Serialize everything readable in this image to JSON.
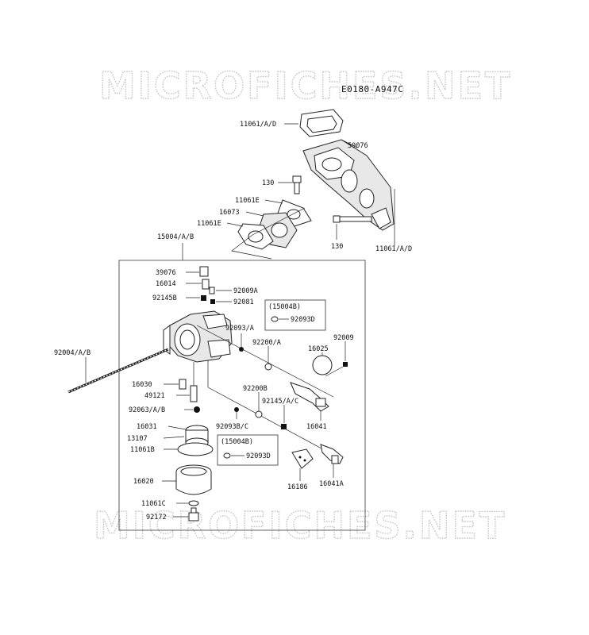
{
  "watermark_top": "MICROFICHES.NET",
  "watermark_bottom": "MICROFICHES.NET",
  "diagram_code": "E0180-A947C",
  "boxes": {
    "kit_a_title": "(15004B)",
    "kit_b_title": "(15004B)"
  },
  "labels": {
    "p11061_ad_top": "11061/A/D",
    "p59076": "59076",
    "p130_a": "130",
    "p11061e_a": "11061E",
    "p16073": "16073",
    "p11061e_b": "11061E",
    "p130_b": "130",
    "p11061_ad_right": "11061/A/D",
    "p15004_ab": "15004/A/B",
    "p39076": "39076",
    "p16014": "16014",
    "p92009a": "92009A",
    "p92145b": "92145B",
    "p92081": "92081",
    "p92093d_a": "92093D",
    "p92093_a": "92093/A",
    "p92200_a": "92200/A",
    "p16025": "16025",
    "p92009": "92009",
    "p92004_ab": "92004/A/B",
    "p16030": "16030",
    "p49121": "49121",
    "p92063_ab": "92063/A/B",
    "p92200b": "92200B",
    "p92145_ac": "92145/A/C",
    "p16041": "16041",
    "p16031": "16031",
    "p13107": "13107",
    "p11061b": "11061B",
    "p92093bc": "92093B/C",
    "p92093d_b": "92093D",
    "p16020": "16020",
    "p16186": "16186",
    "p16041a": "16041A",
    "p11061c": "11061C",
    "p92172": "92172"
  }
}
